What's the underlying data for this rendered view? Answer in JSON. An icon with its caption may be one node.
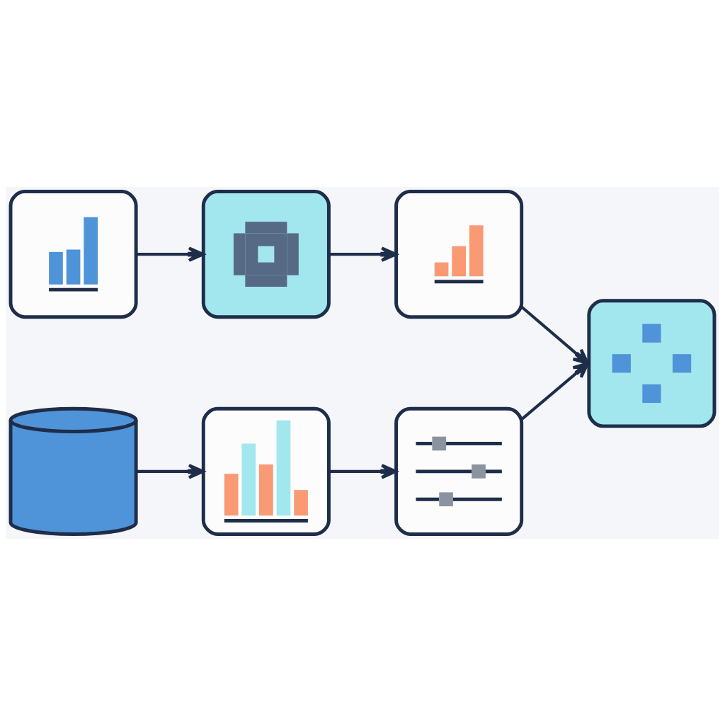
{
  "diagram": {
    "nodes": [
      {
        "text": [],
        "shape": "box"
      },
      {
        "text": [],
        "shape": "box"
      },
      {
        "text": [],
        "shape": "box"
      },
      {
        "text": [],
        "shape": "cylinder"
      },
      {
        "text": [],
        "shape": "box"
      },
      {
        "text": [],
        "shape": "box"
      },
      {
        "text": [],
        "shape": "box"
      }
    ],
    "edges": [
      {
        "from": 0,
        "to": 1,
        "arrow": "to"
      },
      {
        "from": 1,
        "to": 2,
        "arrow": "to"
      },
      {
        "from": 3,
        "to": 4,
        "arrow": "to"
      },
      {
        "from": 4,
        "to": 5,
        "arrow": "to"
      },
      {
        "from": 2,
        "to": 6,
        "arrow": "to"
      },
      {
        "from": 5,
        "to": 6,
        "arrow": "to"
      }
    ]
  }
}
